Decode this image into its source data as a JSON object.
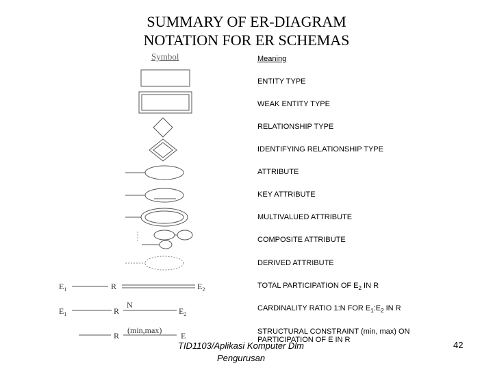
{
  "title": {
    "line1": "SUMMARY OF ER-DIAGRAM",
    "line2": "NOTATION FOR ER SCHEMAS"
  },
  "headers": {
    "symbol": "Symbol",
    "meaning": "Meaning"
  },
  "meanings": [
    "ENTITY TYPE",
    "WEAK ENTITY TYPE",
    "RELATIONSHIP TYPE",
    "IDENTIFYING RELATIONSHIP TYPE",
    "ATTRIBUTE",
    "KEY ATTRIBUTE",
    "MULTIVALUED ATTRIBUTE",
    "COMPOSITE ATTRIBUTE",
    "DERIVED ATTRIBUTE"
  ],
  "participation": {
    "total": {
      "e1": "E",
      "e1_sub": "1",
      "r": "R",
      "e2": "E",
      "e2_sub": "2"
    },
    "cardinality": {
      "e1": "E",
      "e1_sub": "1",
      "r": "R",
      "n": "N",
      "e2": "E",
      "e2_sub": "2"
    },
    "structural": {
      "r": "R",
      "minmax": "(min,max)",
      "e": "E"
    }
  },
  "participation_meanings": {
    "total_pre": "TOTAL PARTICIPATION OF E",
    "total_sub": "2",
    "total_post": " IN R",
    "card_pre": "CARDINALITY RATIO 1:N FOR E",
    "card_sub1": "1",
    "card_mid": ":E",
    "card_sub2": "2",
    "card_post": " IN R",
    "structural": "STRUCTURAL CONSTRAINT (min, max) ON PARTICIPATION OF E IN R"
  },
  "footer": {
    "line1": "TID1103/Aplikasi Komputer Dlm",
    "line2": "Pengurusan"
  },
  "page_number": "42"
}
